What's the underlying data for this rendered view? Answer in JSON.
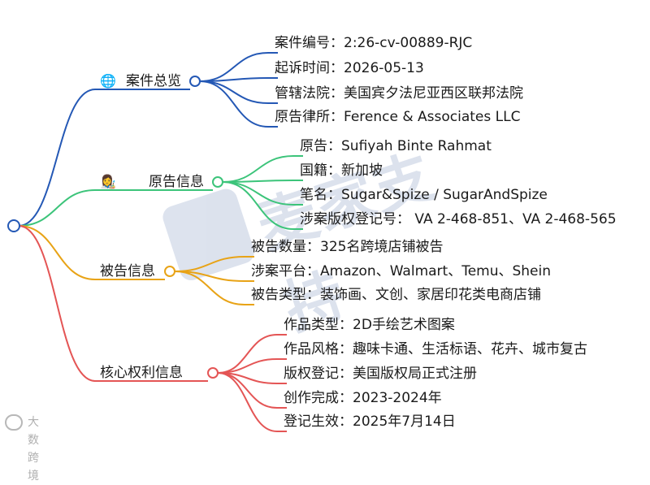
{
  "watermark_text": "麦家支持",
  "footer_brand": "大数跨境",
  "colors": {
    "blue": "#2458b5",
    "green": "#3cc47a",
    "orange": "#e8a316",
    "red": "#e45555"
  },
  "branches": [
    {
      "name": "案件总览",
      "icon": "globe-icon",
      "icon_glyph": "🌐",
      "color": "blue",
      "leaves": [
        "案件编号：2:26-cv-00889-RJC",
        "起诉时间：2026-05-13",
        "管辖法院：美国宾夕法尼亚西区联邦法院",
        "原告律所：Ference & Associates LLC"
      ]
    },
    {
      "name": "原告信息",
      "icon": "artist-icon",
      "icon_glyph": "👩‍🎨",
      "color": "green",
      "leaves": [
        "原告：Sufiyah Binte Rahmat",
        "国籍：新加坡",
        "笔名：Sugar&Spize / SugarAndSpize",
        "涉案版权登记号： VA 2-468-851、VA 2-468-565"
      ]
    },
    {
      "name": "被告信息",
      "color": "orange",
      "leaves": [
        "被告数量：325名跨境店铺被告",
        "涉案平台：Amazon、Walmart、Temu、Shein",
        "被告类型：装饰画、文创、家居印花类电商店铺"
      ]
    },
    {
      "name": "核心权利信息",
      "color": "red",
      "leaves": [
        "作品类型：2D手绘艺术图案",
        "作品风格：趣味卡通、生活标语、花卉、城市复古",
        "版权登记：美国版权局正式注册",
        "创作完成：2023-2024年",
        "登记生效：2025年7月14日"
      ]
    }
  ]
}
